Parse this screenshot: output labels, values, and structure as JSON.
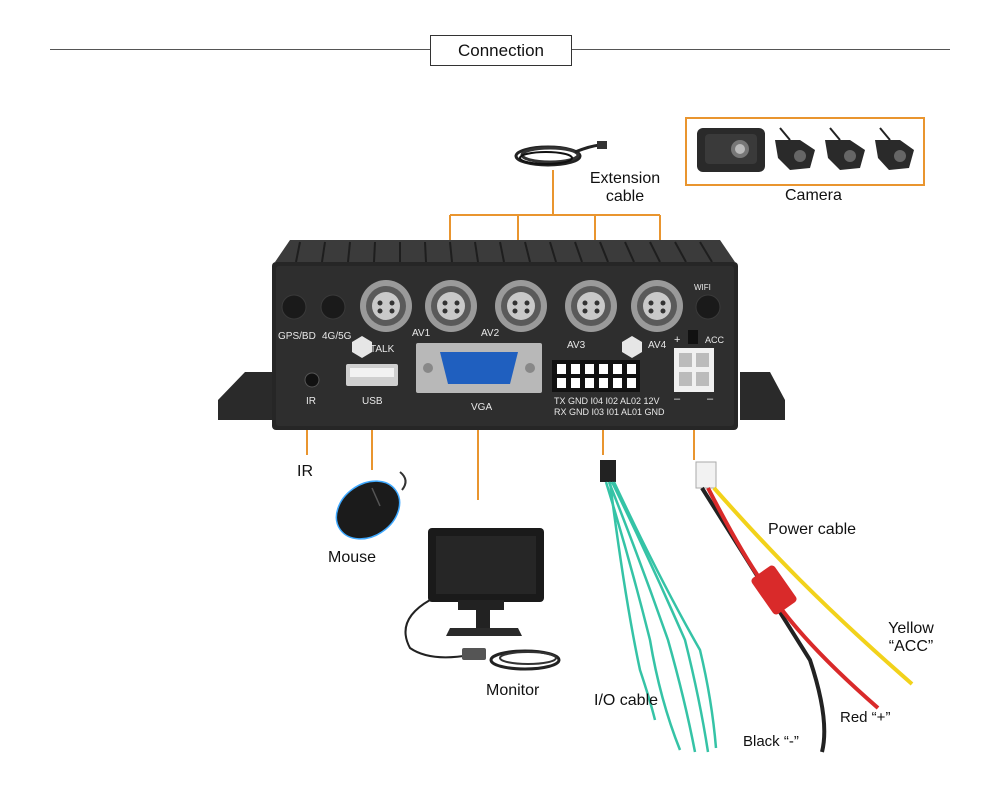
{
  "header": {
    "title": "Connection"
  },
  "colors": {
    "connector": "#e9952f",
    "device": "#2b2b2b",
    "cable_teal": "#35c3a6",
    "cable_red": "#d92a2a",
    "cable_yellow": "#f2d21b"
  },
  "labels": {
    "extension_cable_1": "Extension",
    "extension_cable_2": "cable",
    "camera": "Camera",
    "ir": "IR",
    "mouse": "Mouse",
    "monitor": "Monitor",
    "io_cable": "I/O cable",
    "power_cable": "Power cable",
    "yellow_1": "Yellow",
    "yellow_2": "“ACC”",
    "red": "Red “+”",
    "black": "Black “-”"
  },
  "panel": {
    "gps": "GPS/BD",
    "g45": "4G/5G",
    "av1": "AV1",
    "av2": "AV2",
    "av3": "AV3",
    "av4": "AV4",
    "wifi": "WIFI",
    "talk": "TALK",
    "acc": "ACC",
    "plus": "+",
    "ir": "IR",
    "usb": "USB",
    "vga": "VGA",
    "io_row1": "TX GND I04 I02 AL02 12V",
    "io_row2": "RX GND I03 I01 AL01 GND",
    "minus1": "–",
    "minus2": "–"
  }
}
